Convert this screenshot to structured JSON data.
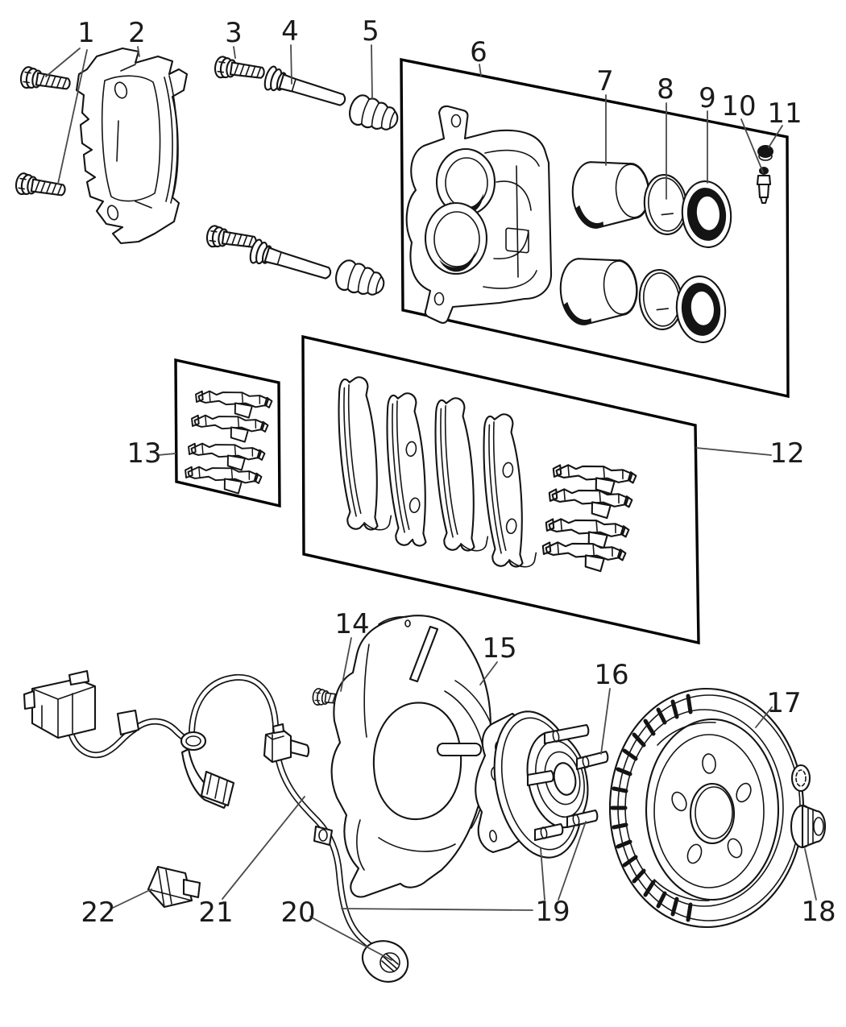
{
  "figure": {
    "background": "#ffffff",
    "line_color": "#141414",
    "leader_color": "#4a4a4a",
    "callouts": [
      {
        "label": "1"
      },
      {
        "label": "2"
      },
      {
        "label": "3"
      },
      {
        "label": "4"
      },
      {
        "label": "5"
      },
      {
        "label": "6"
      },
      {
        "label": "7"
      },
      {
        "label": "8"
      },
      {
        "label": "9"
      },
      {
        "label": "10"
      },
      {
        "label": "11"
      },
      {
        "label": "12"
      },
      {
        "label": "13"
      },
      {
        "label": "14"
      },
      {
        "label": "15"
      },
      {
        "label": "16"
      },
      {
        "label": "17"
      },
      {
        "label": "18"
      },
      {
        "label": "19"
      },
      {
        "label": "20"
      },
      {
        "label": "21"
      },
      {
        "label": "22"
      }
    ]
  }
}
